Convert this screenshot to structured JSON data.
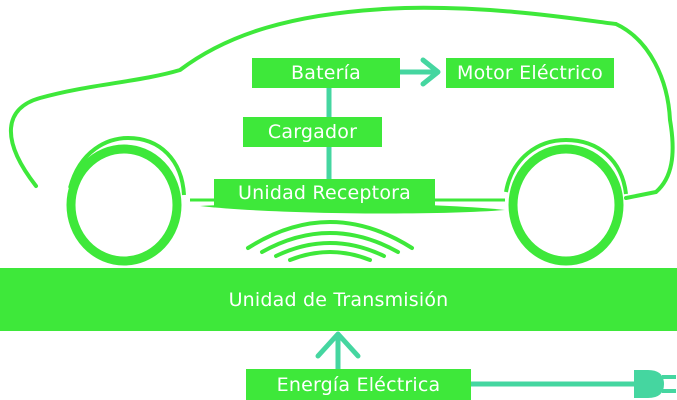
{
  "diagram": {
    "battery_label": "Batería",
    "motor_label": "Motor Eléctrico",
    "charger_label": "Cargador",
    "receiver_label": "Unidad Receptora",
    "transmitter_label": "Unidad de Transmisión",
    "energy_label": "Energía Eléctrica"
  },
  "colors": {
    "green": "#3ee83a",
    "teal": "#45d6a0",
    "text": "#ffffff"
  }
}
